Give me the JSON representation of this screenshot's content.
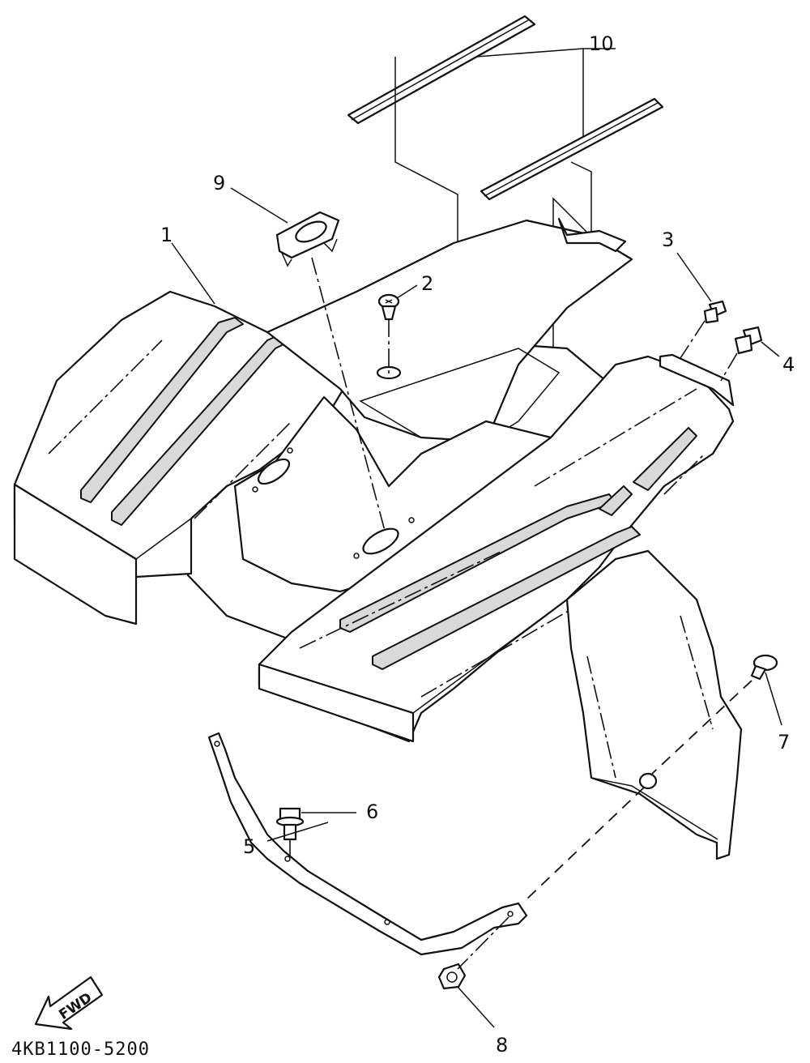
{
  "diagram": {
    "code": "4KB1100-5200",
    "fwd_label": "FWD",
    "callouts": [
      {
        "id": "1",
        "label": "1"
      },
      {
        "id": "2",
        "label": "2"
      },
      {
        "id": "3",
        "label": "3"
      },
      {
        "id": "4",
        "label": "4"
      },
      {
        "id": "5",
        "label": "5"
      },
      {
        "id": "6",
        "label": "6"
      },
      {
        "id": "7",
        "label": "7"
      },
      {
        "id": "8",
        "label": "8"
      },
      {
        "id": "9",
        "label": "9"
      },
      {
        "id": "10",
        "label": "10"
      }
    ]
  }
}
